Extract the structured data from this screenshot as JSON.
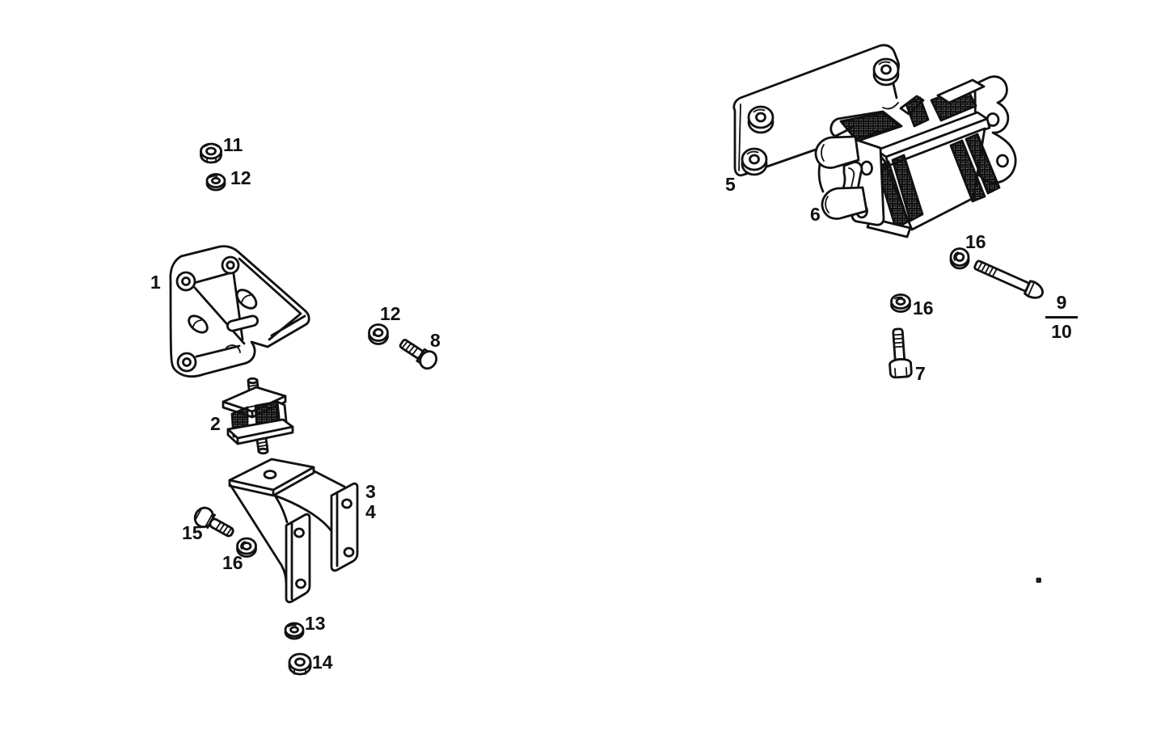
{
  "document": {
    "kind": "exploded-parts-diagram",
    "colors": {
      "background": "#ffffff",
      "ink": "#111111"
    }
  },
  "callouts": {
    "1": "1",
    "2": "2",
    "3": "3",
    "4": "4",
    "5": "5",
    "6": "6",
    "7": "7",
    "8": "8",
    "9": "9",
    "10": "10",
    "11": "11",
    "12": "12",
    "13": "13",
    "14": "14",
    "15": "15",
    "16": "16"
  }
}
